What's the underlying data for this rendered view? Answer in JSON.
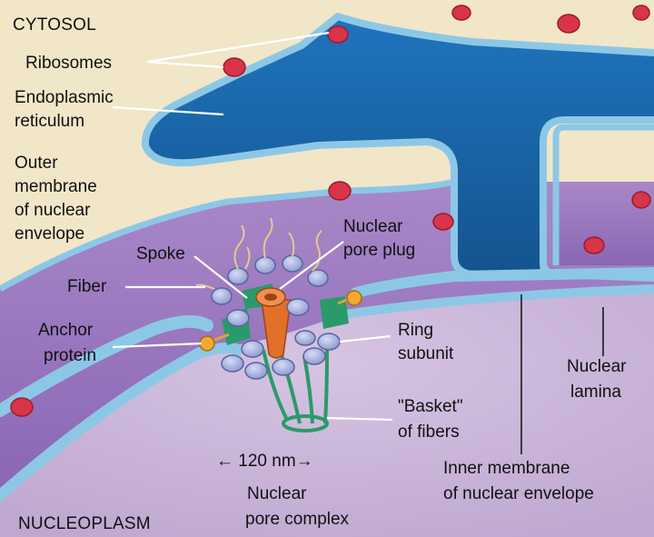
{
  "labels": {
    "cytosol": "CYTOSOL",
    "ribosomes": "Ribosomes",
    "er_line1": "Endoplasmic",
    "er_line2": "reticulum",
    "outer_line1": "Outer",
    "outer_line2": "membrane",
    "outer_line3": "of nuclear",
    "outer_line4": "envelope",
    "spoke": "Spoke",
    "plug_line1": "Nuclear",
    "plug_line2": "pore plug",
    "fiber": "Fiber",
    "anchor_line1": "Anchor",
    "anchor_line2": "protein",
    "ring_line1": "Ring",
    "ring_line2": "subunit",
    "lamina_line1": "Nuclear",
    "lamina_line2": "lamina",
    "basket_line1": "\"Basket\"",
    "basket_line2": "of fibers",
    "size": "← 120 nm→",
    "npc_line1": "Nuclear",
    "npc_line2": "pore complex",
    "inner_line1": "Inner membrane",
    "inner_line2": "of nuclear envelope",
    "nucleoplasm": "NUCLEOPLASM"
  },
  "colors": {
    "cytosol": "#f2e6c8",
    "nucleoplasm": "#c8b4d6",
    "perinuclear": "#9c7cc0",
    "membrane": "#8cc8e6",
    "er_lumen": "#1a64a8",
    "ribosome": "#d8344a",
    "ring_subunit": "#a8b4e0",
    "spoke": "#2a9a6a",
    "plug": "#e0702a",
    "anchor": "#f0a830"
  }
}
